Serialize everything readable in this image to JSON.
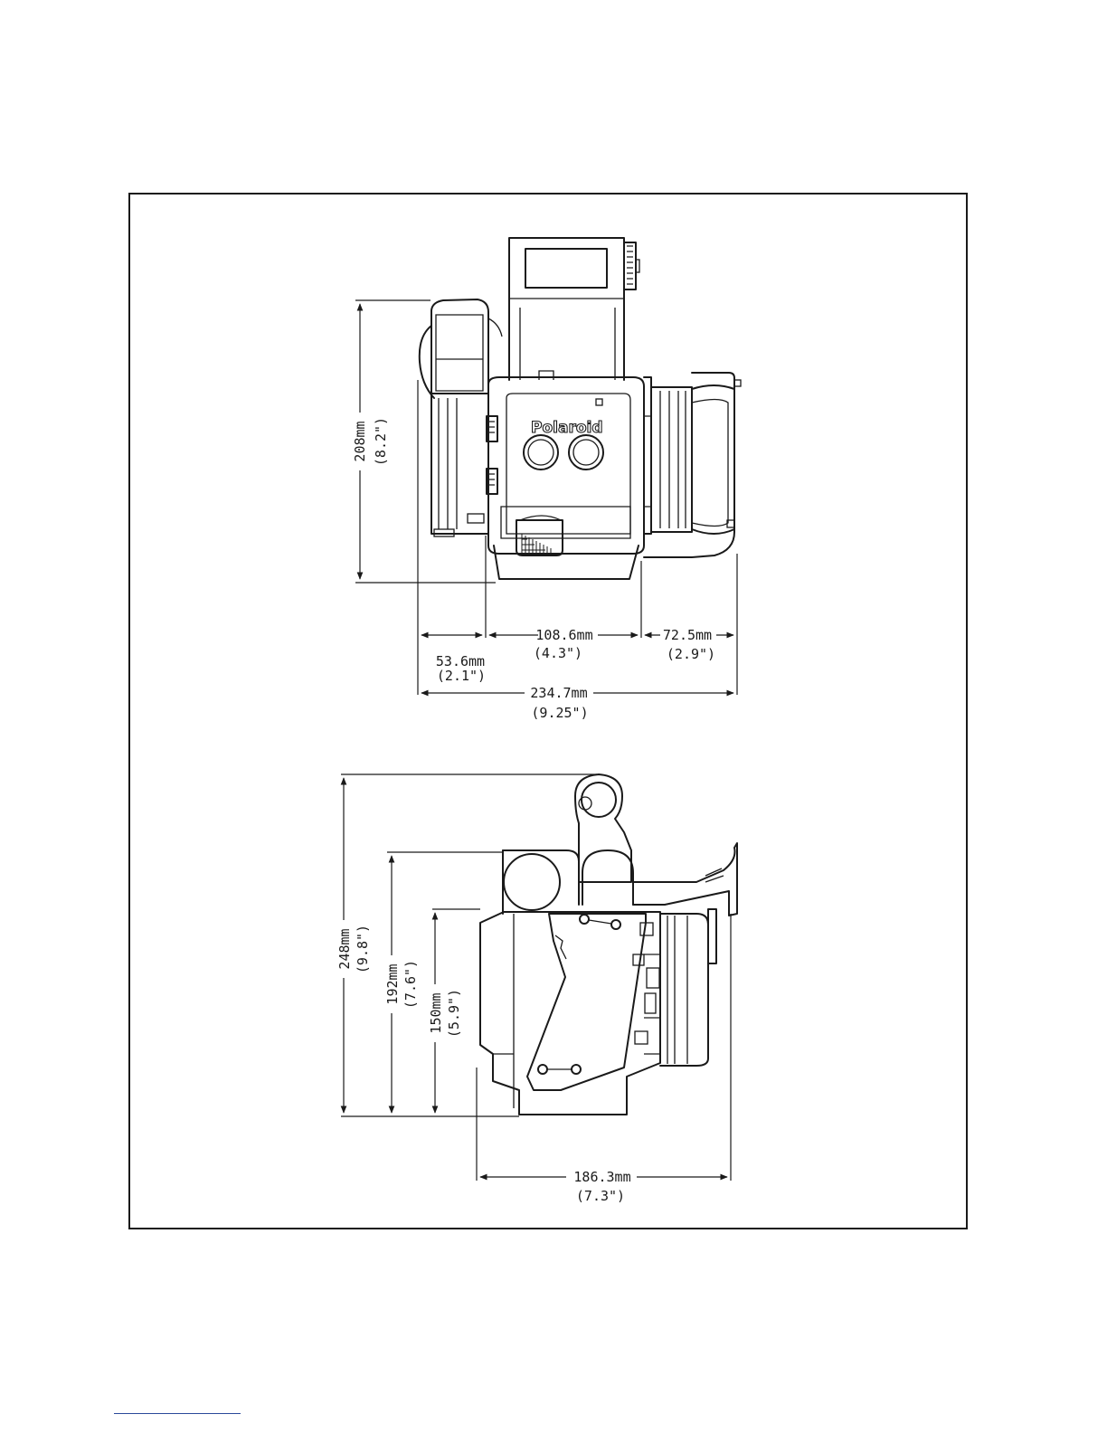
{
  "colors": {
    "ink": "#1a1a1a",
    "paper": "#ffffff",
    "footnote_rule": "#2a4a9a"
  },
  "front_view": {
    "brand": "Polaroid",
    "height": {
      "mm": "208mm",
      "in": "(8.2\")"
    },
    "left_width": {
      "mm": "53.6mm",
      "in": "(2.1\")"
    },
    "center_width": {
      "mm": "108.6mm",
      "in": "(4.3\")"
    },
    "right_width": {
      "mm": "72.5mm",
      "in": "(2.9\")"
    },
    "total_width": {
      "mm": "234.7mm",
      "in": "(9.25\")"
    }
  },
  "side_view": {
    "overall_height": {
      "mm": "248mm",
      "in": "(9.8\")"
    },
    "mid_height": {
      "mm": "192mm",
      "in": "(7.6\")"
    },
    "body_height": {
      "mm": "150mm",
      "in": "(5.9\")"
    },
    "depth": {
      "mm": "186.3mm",
      "in": "(7.3\")"
    }
  }
}
